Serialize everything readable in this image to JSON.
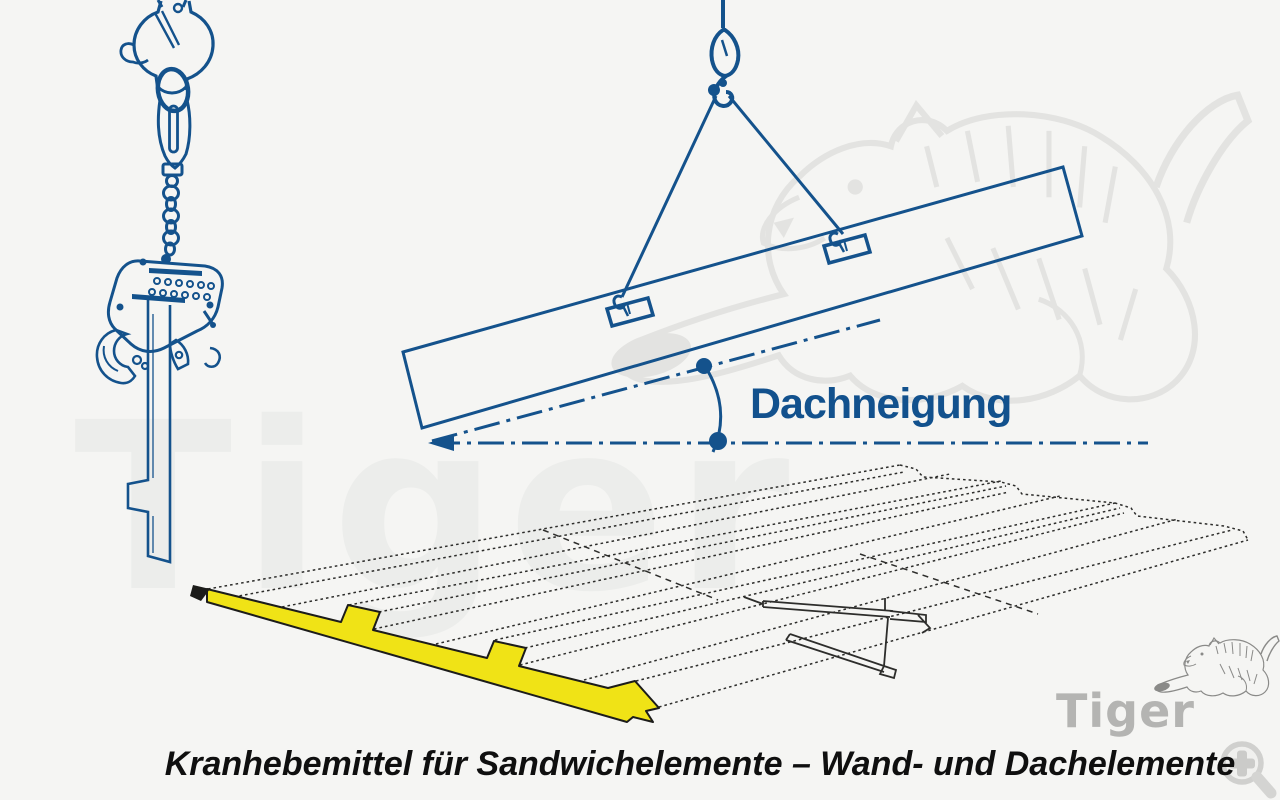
{
  "caption": {
    "text": "Kranhebemittel für Sandwichelemente – Wand- und Dachelemente"
  },
  "beam_figure": {
    "angle_label": "Dachneigung",
    "description": "lifting beam on two-leg sling with crane hook, tilted to roof pitch",
    "line_color": "#14528c"
  },
  "clamp_figure": {
    "description": "crane hook with chain and plate clamp gripping a wall sandwich element",
    "line_color": "#14528c"
  },
  "panel_figure": {
    "description": "trapezoidal sandwich roof panel in perspective with purlin support",
    "line_color": "#2d2d2b",
    "edge_highlight_color": "#f0e316"
  },
  "watermark": {
    "text": "Tiger",
    "text_color": "#ecedeb",
    "tiger_color": "#e3e3e1"
  },
  "logo": {
    "text": "Tiger",
    "text_color": "#b4b4b2",
    "tiger_color": "#8a8a88"
  },
  "zoom_icon": {
    "name": "magnifier-plus-icon",
    "color": "#d0d0ce"
  },
  "page": {
    "background": "#f5f5f3"
  }
}
